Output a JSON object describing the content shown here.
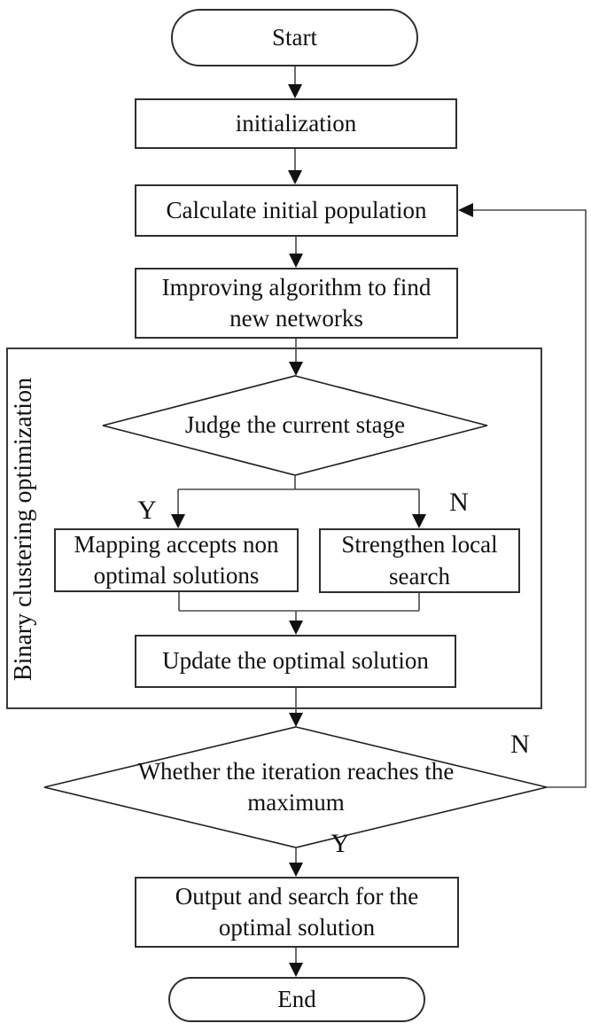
{
  "diagram": {
    "group_label": "Binary clustering optimization",
    "nodes": {
      "start": {
        "label": "Start",
        "shape": "stadium"
      },
      "initialization": {
        "label": "initialization",
        "shape": "rect"
      },
      "calculate": {
        "label": "Calculate initial population",
        "shape": "rect"
      },
      "improving": {
        "label": "Improving algorithm to find new networks",
        "shape": "rect"
      },
      "judge": {
        "label": "Judge the current stage",
        "shape": "diamond"
      },
      "mapping": {
        "label": "Mapping accepts non optimal solutions",
        "shape": "rect"
      },
      "strengthen": {
        "label": "Strengthen local search",
        "shape": "rect"
      },
      "update": {
        "label": "Update the optimal solution",
        "shape": "rect"
      },
      "iteration": {
        "label": "Whether the iteration reaches the maximum",
        "shape": "diamond"
      },
      "output": {
        "label": "Output and search for the optimal solution",
        "shape": "rect"
      },
      "end": {
        "label": "End",
        "shape": "stadium"
      }
    },
    "branches": {
      "judge_yes": "Y",
      "judge_no": "N",
      "iteration_no": "N",
      "iteration_yes": "Y"
    },
    "edges": [
      {
        "from": "Start",
        "to": "initialization"
      },
      {
        "from": "initialization",
        "to": "Calculate initial population"
      },
      {
        "from": "Calculate initial population",
        "to": "Improving algorithm to find new networks"
      },
      {
        "from": "Improving algorithm to find new networks",
        "to": "Judge the current stage"
      },
      {
        "from": "Judge the current stage",
        "to": "Mapping accepts non optimal solutions",
        "label": "Y"
      },
      {
        "from": "Judge the current stage",
        "to": "Strengthen local search",
        "label": "N"
      },
      {
        "from": "Mapping accepts non optimal solutions",
        "to": "Update the optimal solution"
      },
      {
        "from": "Strengthen local search",
        "to": "Update the optimal solution"
      },
      {
        "from": "Update the optimal solution",
        "to": "Whether the iteration reaches the maximum"
      },
      {
        "from": "Whether the iteration reaches the maximum",
        "to": "Calculate initial population",
        "label": "N"
      },
      {
        "from": "Whether the iteration reaches the maximum",
        "to": "Output and search for the optimal solution",
        "label": "Y"
      },
      {
        "from": "Output and search for the optimal solution",
        "to": "End"
      }
    ],
    "colors": {
      "background": "#ffffff",
      "border": "#2e2e2e",
      "line": "#4a4a4a",
      "text": "#111111"
    }
  }
}
